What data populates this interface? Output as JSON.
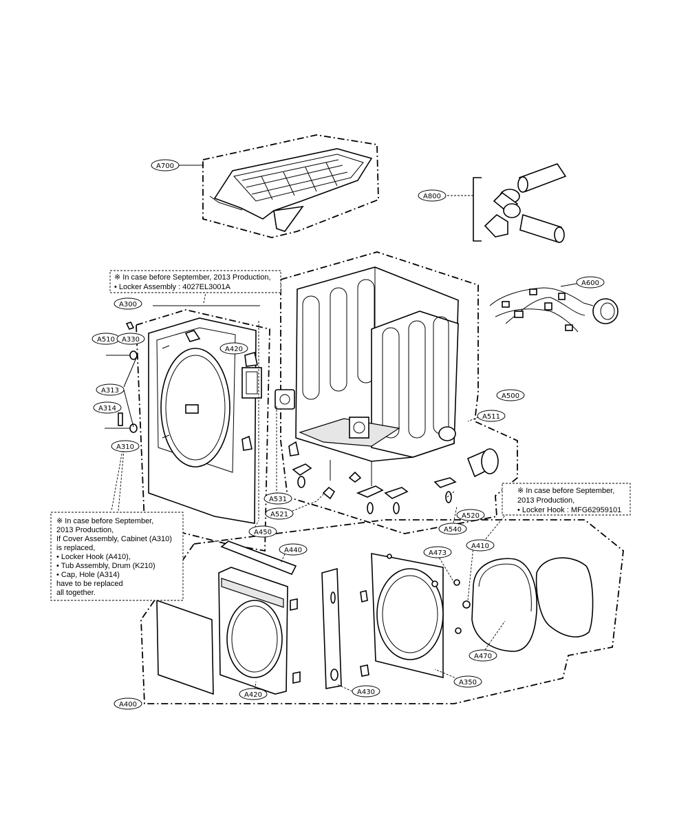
{
  "callouts": [
    {
      "id": "A700",
      "label": "A700"
    },
    {
      "id": "A800",
      "label": "A800"
    },
    {
      "id": "A600",
      "label": "A600"
    },
    {
      "id": "A300",
      "label": "A300"
    },
    {
      "id": "A500",
      "label": "A500"
    },
    {
      "id": "A510",
      "label": "A510"
    },
    {
      "id": "A330",
      "label": "A330"
    },
    {
      "id": "A420",
      "label": "A420"
    },
    {
      "id": "A313",
      "label": "A313"
    },
    {
      "id": "A314",
      "label": "A314"
    },
    {
      "id": "A310",
      "label": "A310"
    },
    {
      "id": "A511",
      "label": "A511"
    },
    {
      "id": "A531",
      "label": "A531"
    },
    {
      "id": "A521",
      "label": "A521"
    },
    {
      "id": "A450",
      "label": "A450"
    },
    {
      "id": "A520",
      "label": "A520"
    },
    {
      "id": "A540",
      "label": "A540"
    },
    {
      "id": "A410",
      "label": "A410"
    },
    {
      "id": "A440",
      "label": "A440"
    },
    {
      "id": "A470",
      "label": "A470"
    },
    {
      "id": "A473",
      "label": "A473"
    },
    {
      "id": "A350",
      "label": "A350"
    },
    {
      "id": "A430",
      "label": "A430"
    },
    {
      "id": "A421",
      "label": "A420"
    },
    {
      "id": "A400",
      "label": "A400"
    }
  ],
  "notes": {
    "top": [
      "※ In case before September, 2013 Production,",
      "  • Locker Assembly : 4027EL3001A"
    ],
    "left": [
      "※ In case before September,",
      "2013 Production,",
      "If Cover Assembly, Cabinet (A310)",
      "is replaced,",
      "  • Locker Hook (A410),",
      "  • Tub Assembly, Drum (K210)",
      "  • Cap, Hole (A314)",
      "have to be replaced",
      "all together."
    ],
    "right": [
      "※ In case before September,",
      "2013 Production,",
      "  • Locker Hook : MFG62959101"
    ]
  }
}
